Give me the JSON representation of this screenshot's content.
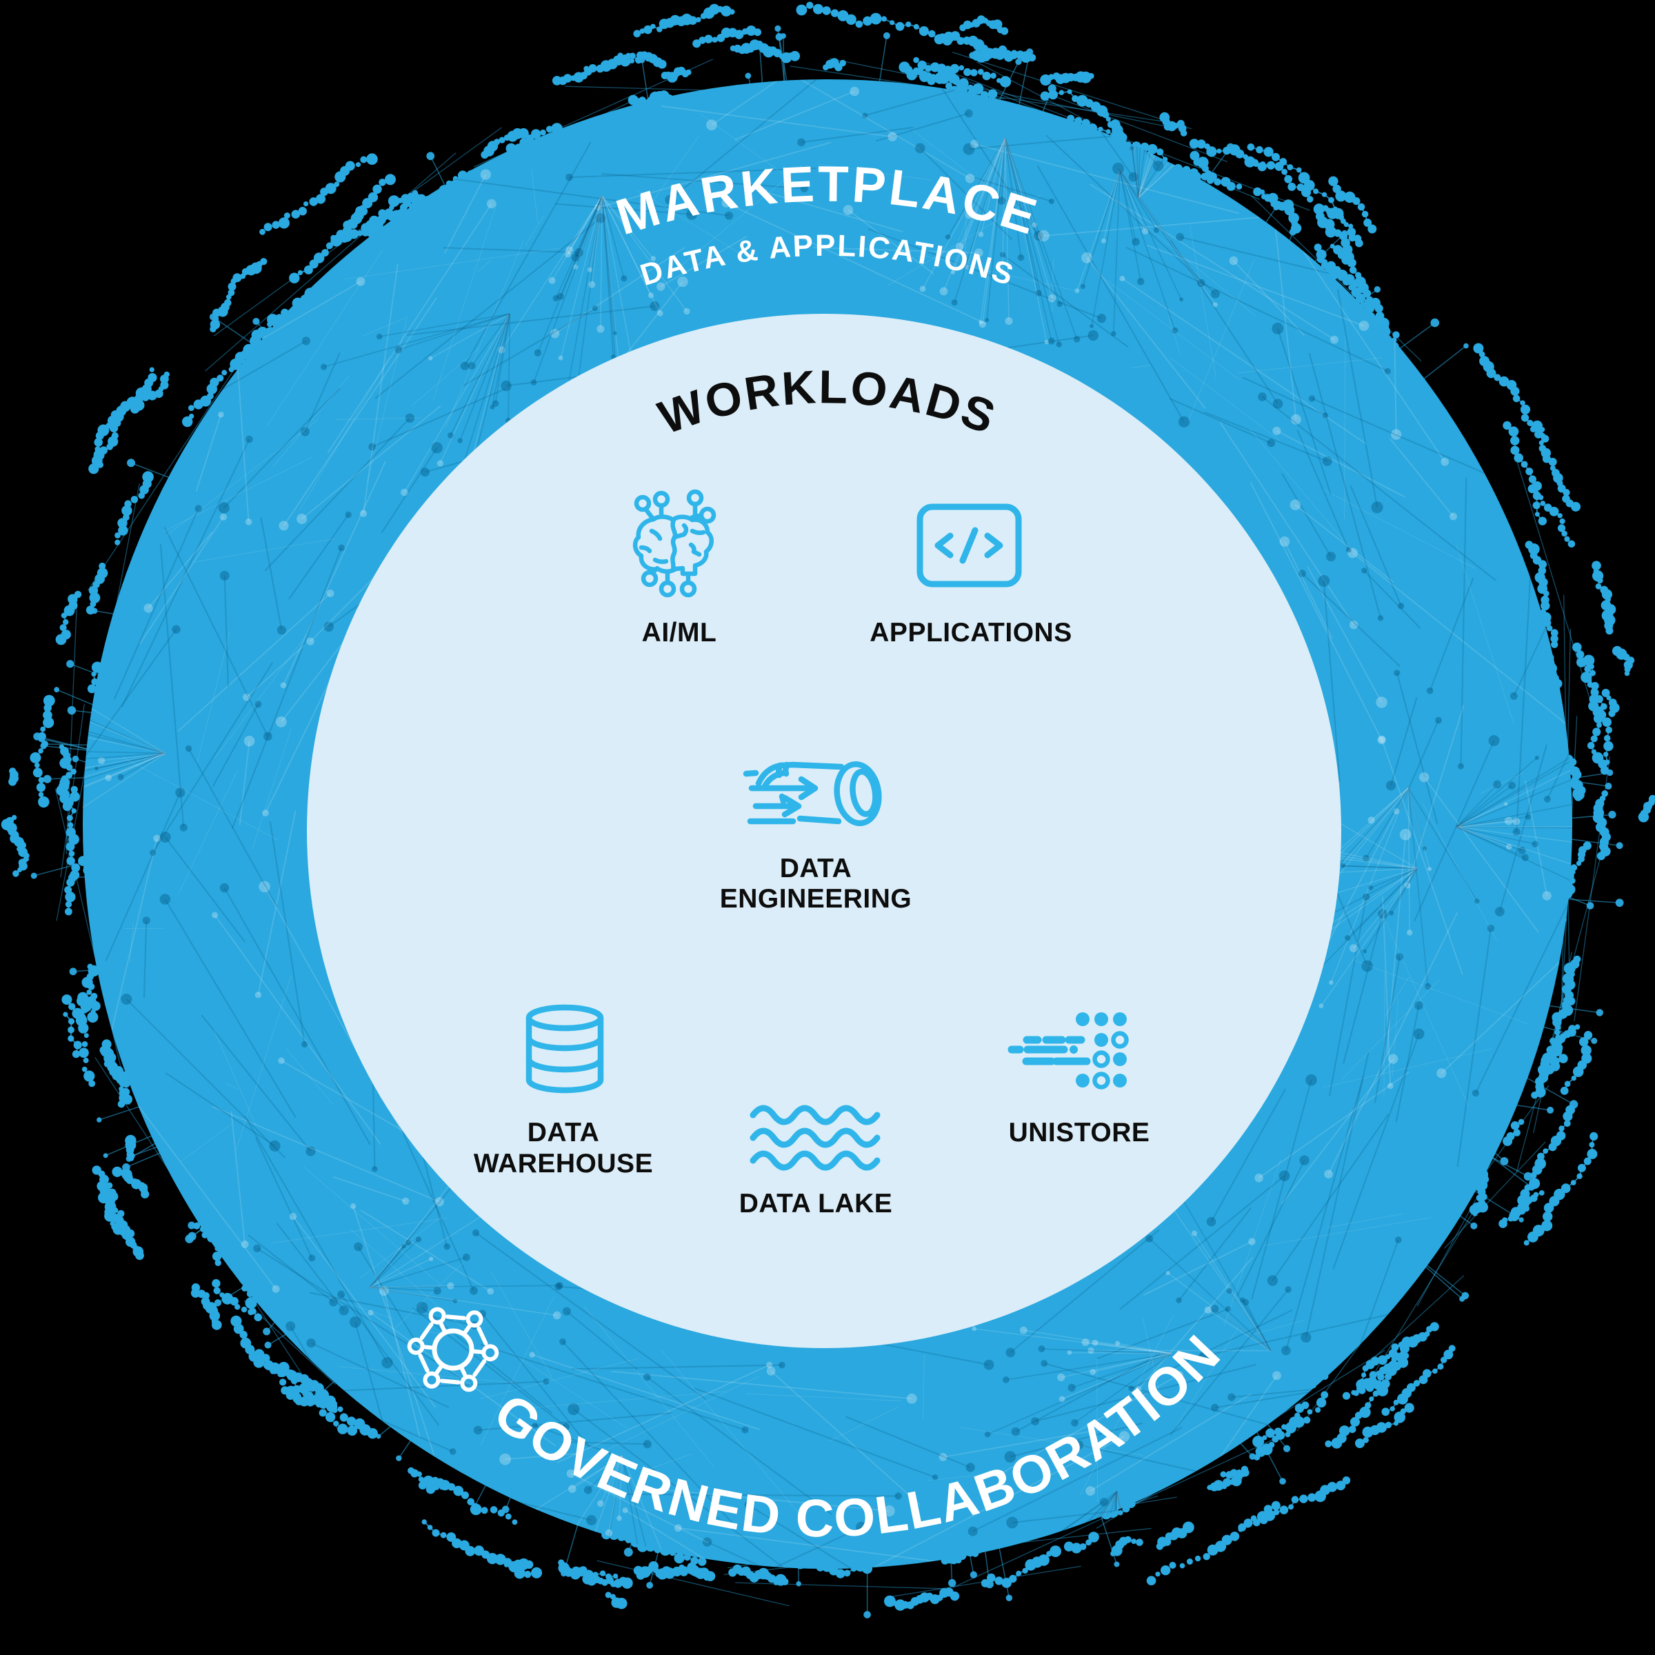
{
  "colors": {
    "background": "#000000",
    "ring_blue": "#2AA8DF",
    "icon_blue": "#2FB5E9",
    "inner_circle": "#DBEDF8",
    "text_dark": "#0D0D0D",
    "text_white": "#FFFFFF",
    "outer_dot_blue": "#2BA9E1"
  },
  "marketplace": {
    "title": "MARKETPLACE",
    "subtitle": "DATA & APPLICATIONS",
    "bottom_label": "GOVERNED COLLABORATION",
    "bottom_icon": "governed-collaboration-network-icon"
  },
  "workloads": {
    "title": "WORKLOADS",
    "items": [
      {
        "id": "ai-ml",
        "label_lines": [
          "AI/ML"
        ],
        "icon": "brain-circuit-icon"
      },
      {
        "id": "applications",
        "label_lines": [
          "APPLICATIONS"
        ],
        "icon": "code-window-icon"
      },
      {
        "id": "data-engineering",
        "label_lines": [
          "DATA",
          "ENGINEERING"
        ],
        "icon": "data-pipeline-icon"
      },
      {
        "id": "data-warehouse",
        "label_lines": [
          "DATA",
          "WAREHOUSE"
        ],
        "icon": "database-cylinder-icon"
      },
      {
        "id": "data-lake",
        "label_lines": [
          "DATA LAKE"
        ],
        "icon": "water-waves-icon"
      },
      {
        "id": "unistore",
        "label_lines": [
          "UNISTORE"
        ],
        "icon": "dots-grid-speed-icon"
      }
    ]
  }
}
